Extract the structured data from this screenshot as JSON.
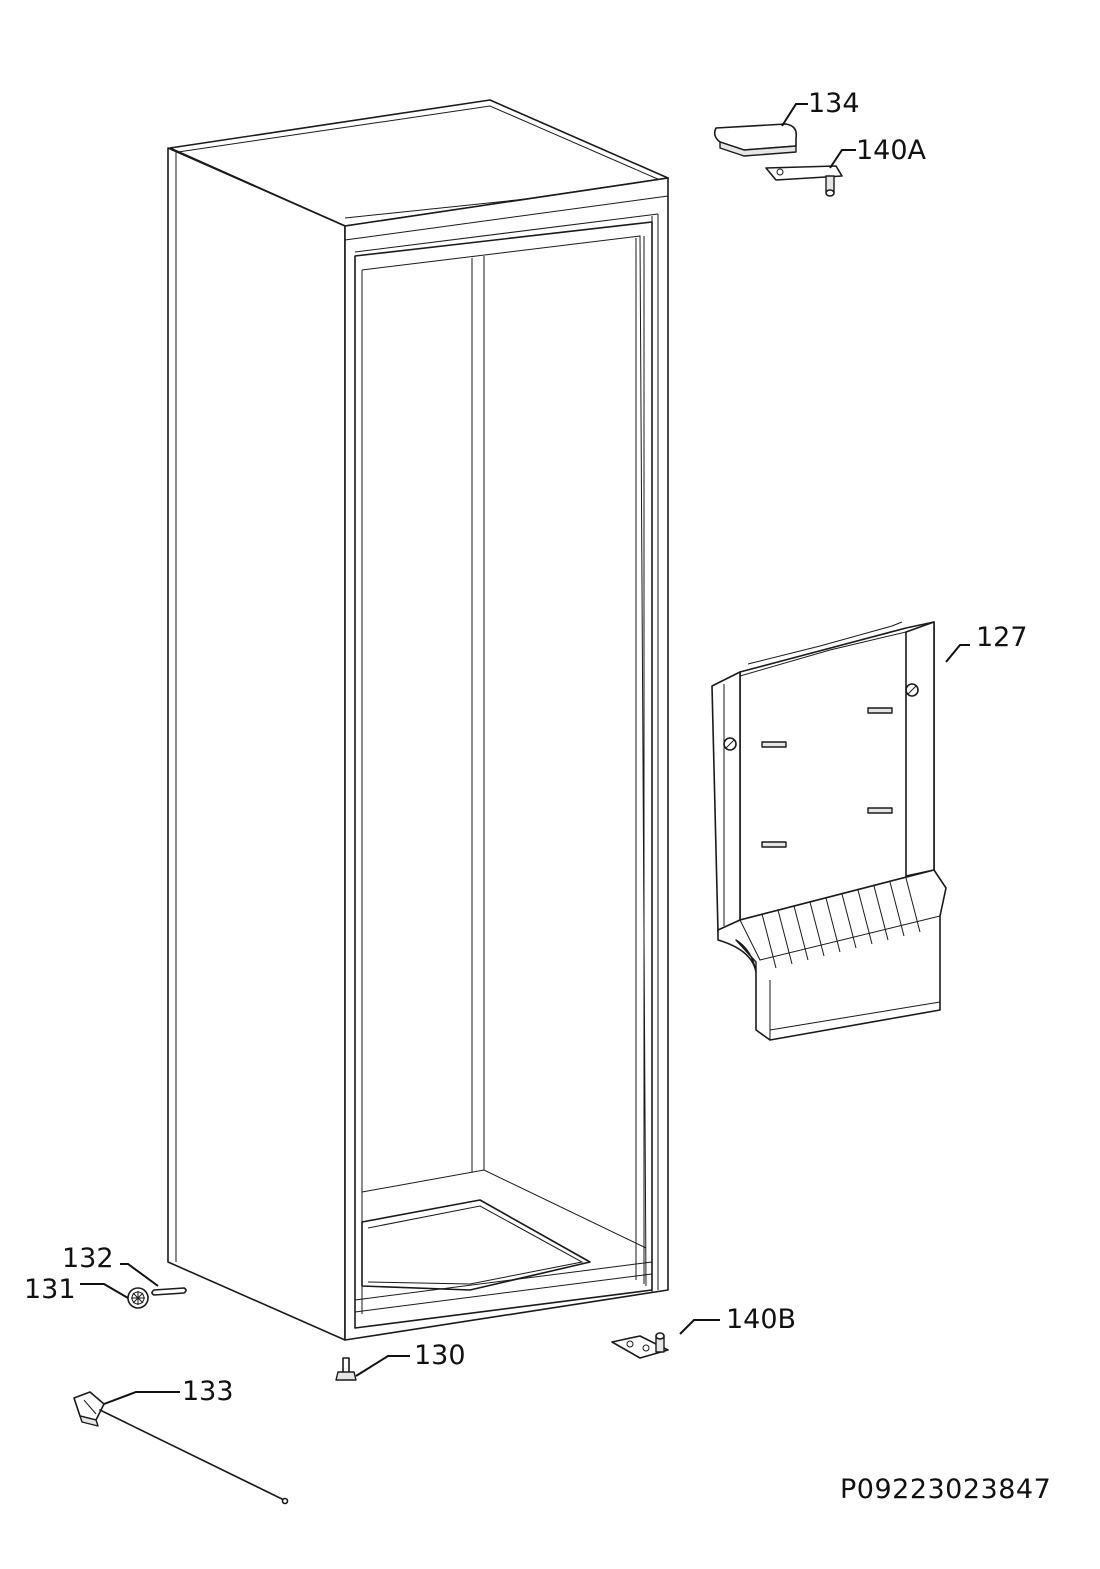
{
  "callouts": {
    "c127": "127",
    "c130": "130",
    "c131": "131",
    "c132": "132",
    "c133": "133",
    "c134": "134",
    "c140a": "140A",
    "c140b": "140B"
  },
  "drawing_code": "P09223023847"
}
